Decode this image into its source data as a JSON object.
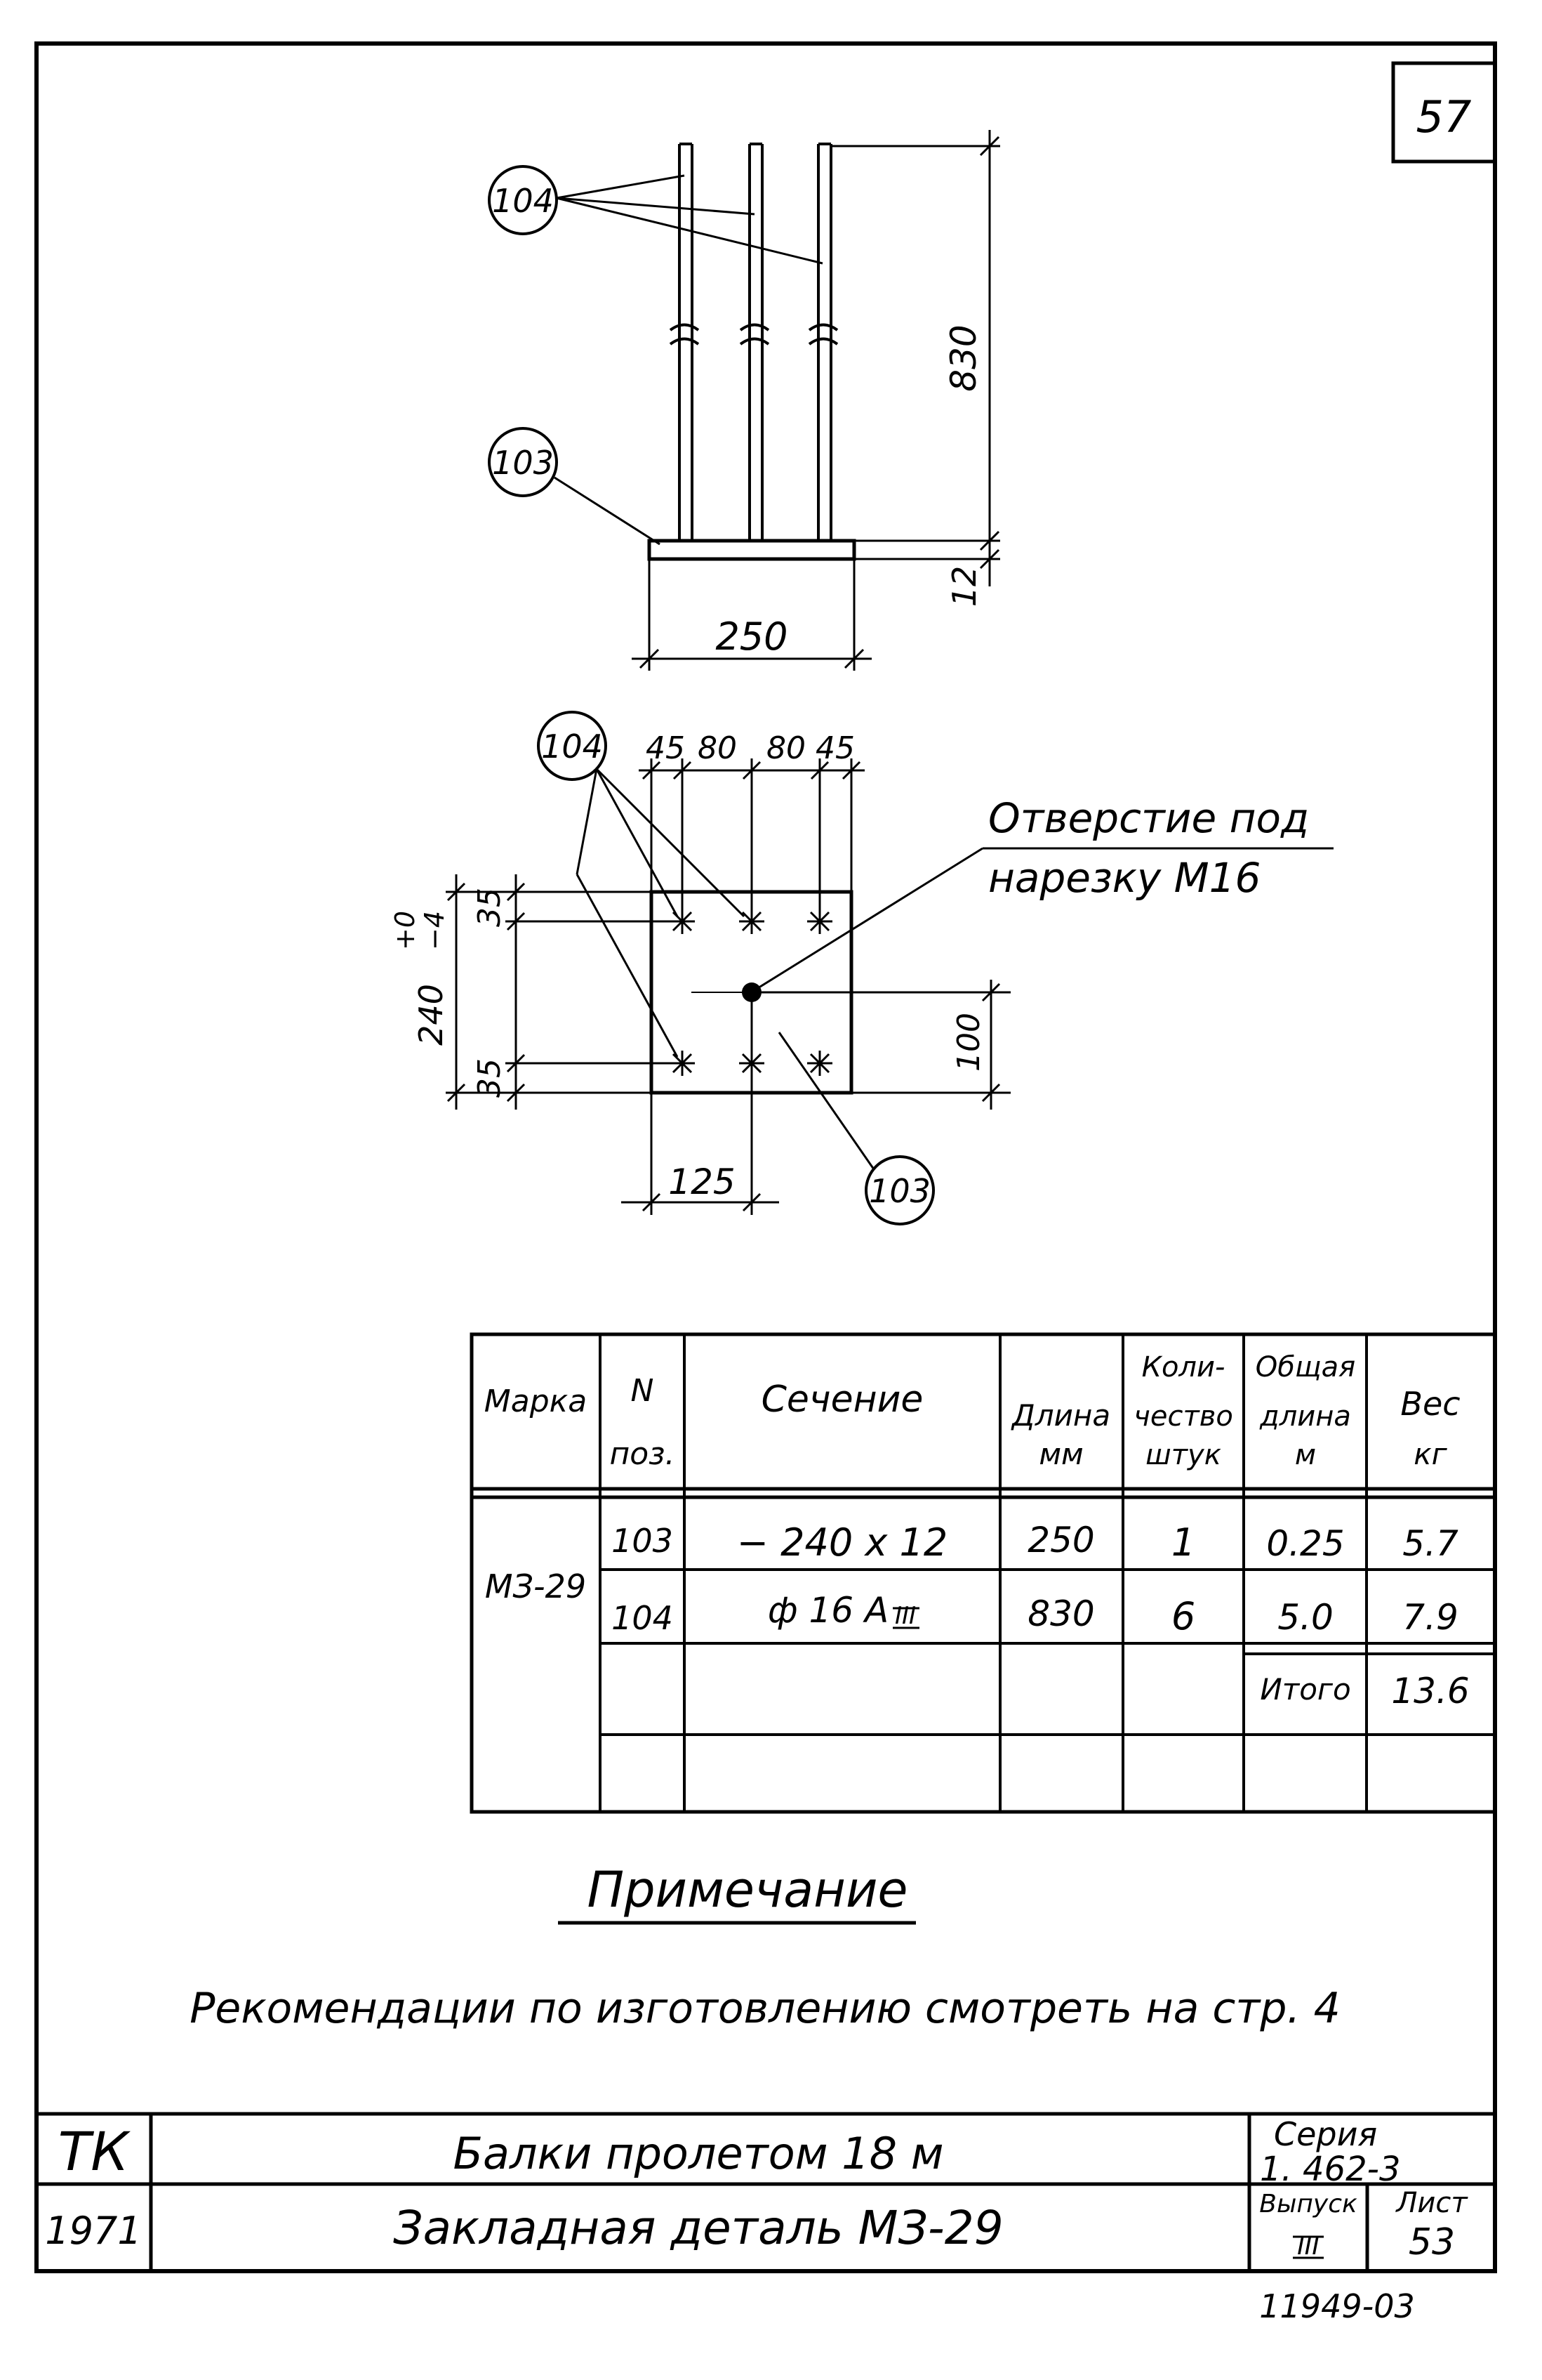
{
  "page_number": "57",
  "elevation": {
    "callout_bars": "104",
    "callout_plate": "103",
    "dim_height": "830",
    "dim_thickness": "12",
    "dim_width": "250"
  },
  "plan": {
    "callout_bars": "104",
    "callout_plate": "103",
    "dim_top": [
      "45",
      "80",
      "80",
      "45"
    ],
    "dim_side": [
      "35",
      "35"
    ],
    "dim_overall": "240",
    "tol_plus": "+0",
    "tol_minus": "−4",
    "dim_hole_offset": "100",
    "dim_half_width": "125",
    "note_line1": "Отверстие под",
    "note_line2": "нарезку  М16"
  },
  "spec_table": {
    "headers": {
      "mark": "Марка",
      "pos_1": "N",
      "pos_2": "поз.",
      "section": "Сечение",
      "length_1": "Длина",
      "length_2": "мм",
      "qty_1": "Коли-",
      "qty_2": "чество",
      "qty_3": "штук",
      "total_len_1": "Общая",
      "total_len_2": "длина",
      "total_len_3": "м",
      "weight_1": "Вес",
      "weight_2": "кг"
    },
    "mark": "МЗ-29",
    "rows": [
      {
        "pos": "103",
        "section": "− 240 х 12",
        "length": "250",
        "qty": "1",
        "total_length": "0.25",
        "weight": "5.7"
      },
      {
        "pos": "104",
        "section": "ф 16 А",
        "section_class": "III",
        "length": "830",
        "qty": "6",
        "total_length": "5.0",
        "weight": "7.9"
      }
    ],
    "total_label": "Итого",
    "total_value": "13.6"
  },
  "note": {
    "title": "Примечание",
    "text": "Рекомендации по изготовлению смотреть на стр. 4"
  },
  "title_block": {
    "org": "ТК",
    "year": "1971",
    "title_1": "Балки пролетом 18 м",
    "title_2": "Закладная деталь МЗ-29",
    "series_label": "Серия",
    "series_value": "1. 462-3",
    "issue_label": "Выпуск",
    "issue_value": "III",
    "sheet_label": "Лист",
    "sheet_value": "53"
  },
  "archive_number": "11949-03"
}
